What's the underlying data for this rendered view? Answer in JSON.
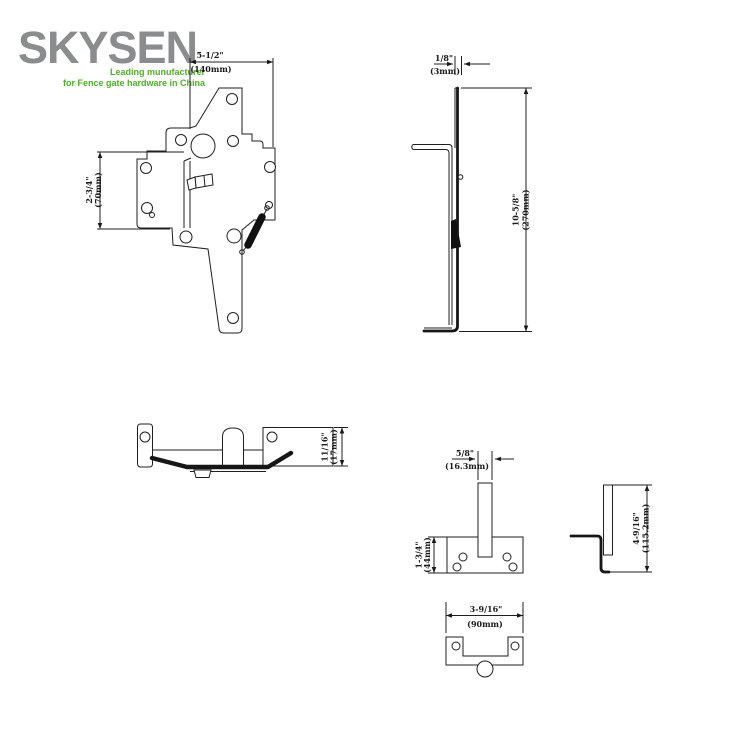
{
  "brand": {
    "logo": "SKYSEN",
    "tagline_line1": "Leading munufacturer",
    "tagline_line2": "for Fence gate hardware in China",
    "logo_color": "#8a8c8e",
    "tagline_color": "#4fae28"
  },
  "drawing": {
    "line_color": "#1f1f1f",
    "views": {
      "latch_front": {
        "dim_width_in": "5-1/2\"",
        "dim_width_mm": "(140mm)",
        "dim_height_in": "2-3/4\"",
        "dim_height_mm": "(70mm)"
      },
      "latch_side": {
        "dim_thickness_in": "1/8\"",
        "dim_thickness_mm": "(3mm)",
        "dim_height_in": "10-5/8\"",
        "dim_height_mm": "(270mm)"
      },
      "latch_top": {
        "dim_depth_in": "11/16\"",
        "dim_depth_mm": "(17mm)"
      },
      "strike_front": {
        "dim_bar_width_in": "5/8\"",
        "dim_bar_width_mm": "(16.3mm)",
        "dim_plate_height_in": "1-3/4\"",
        "dim_plate_height_mm": "(44mm)"
      },
      "strike_side": {
        "dim_height_in": "4-9/16\"",
        "dim_height_mm": "(115.2mm)"
      },
      "strike_bottom": {
        "dim_width_in": "3-9/16\"",
        "dim_width_mm": "(90mm)"
      }
    }
  }
}
